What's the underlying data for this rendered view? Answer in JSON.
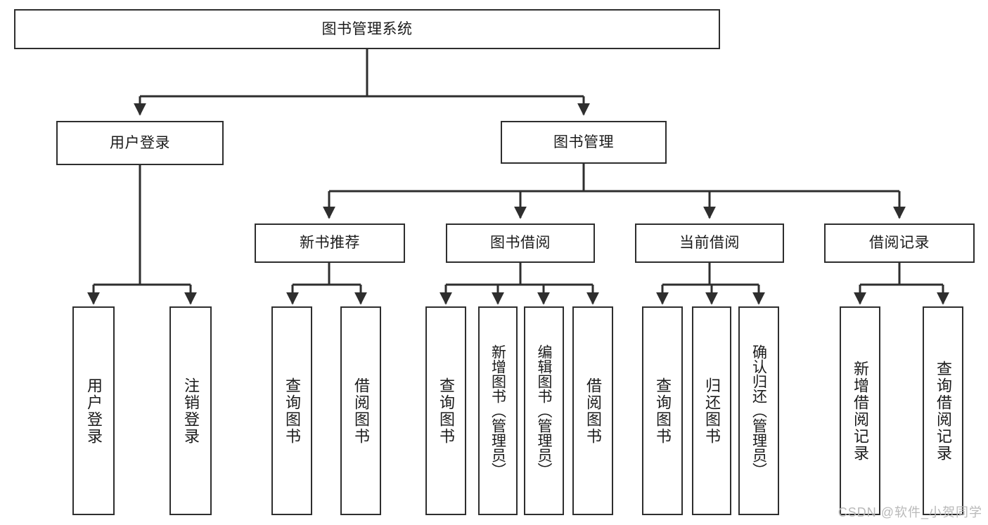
{
  "diagram": {
    "type": "tree-hierarchy",
    "title": "图书管理系统",
    "root": {
      "id": "root",
      "label": "图书管理系统"
    },
    "level2": [
      {
        "id": "user-login",
        "label": "用户登录"
      },
      {
        "id": "book-manage",
        "label": "图书管理"
      }
    ],
    "level3": [
      {
        "id": "new-book-recommend",
        "label": "新书推荐",
        "parent": "book-manage"
      },
      {
        "id": "book-borrow",
        "label": "图书借阅",
        "parent": "book-manage"
      },
      {
        "id": "current-borrow",
        "label": "当前借阅",
        "parent": "book-manage"
      },
      {
        "id": "borrow-record",
        "label": "借阅记录",
        "parent": "book-manage"
      }
    ],
    "leaves": [
      {
        "id": "leaf-user-login",
        "label": "用户登录",
        "parent": "user-login"
      },
      {
        "id": "leaf-logout",
        "label": "注销登录",
        "parent": "user-login"
      },
      {
        "id": "leaf-query-book-1",
        "label": "查询图书",
        "parent": "new-book-recommend"
      },
      {
        "id": "leaf-borrow-book-1",
        "label": "借阅图书",
        "parent": "new-book-recommend"
      },
      {
        "id": "leaf-query-book-2",
        "label": "查询图书",
        "parent": "book-borrow"
      },
      {
        "id": "leaf-add-book",
        "label": "新增图书（管理员）",
        "parent": "book-borrow"
      },
      {
        "id": "leaf-edit-book",
        "label": "编辑图书（管理员）",
        "parent": "book-borrow"
      },
      {
        "id": "leaf-borrow-book-2",
        "label": "借阅图书",
        "parent": "book-borrow"
      },
      {
        "id": "leaf-query-book-3",
        "label": "查询图书",
        "parent": "current-borrow"
      },
      {
        "id": "leaf-return-book",
        "label": "归还图书",
        "parent": "current-borrow"
      },
      {
        "id": "leaf-confirm-return",
        "label": "确认归还（管理员）",
        "parent": "current-borrow"
      },
      {
        "id": "leaf-add-record",
        "label": "新增借阅记录",
        "parent": "borrow-record"
      },
      {
        "id": "leaf-query-record",
        "label": "查询借阅记录",
        "parent": "borrow-record"
      }
    ]
  },
  "watermark": {
    "text": "CSDN @软件_小贺同学"
  },
  "colors": {
    "stroke": "#2e2e2e",
    "box_fill": "#ffffff",
    "text": "#1b1b1b",
    "watermark": "#b9b9b9",
    "page_bg": "#ffffff"
  }
}
